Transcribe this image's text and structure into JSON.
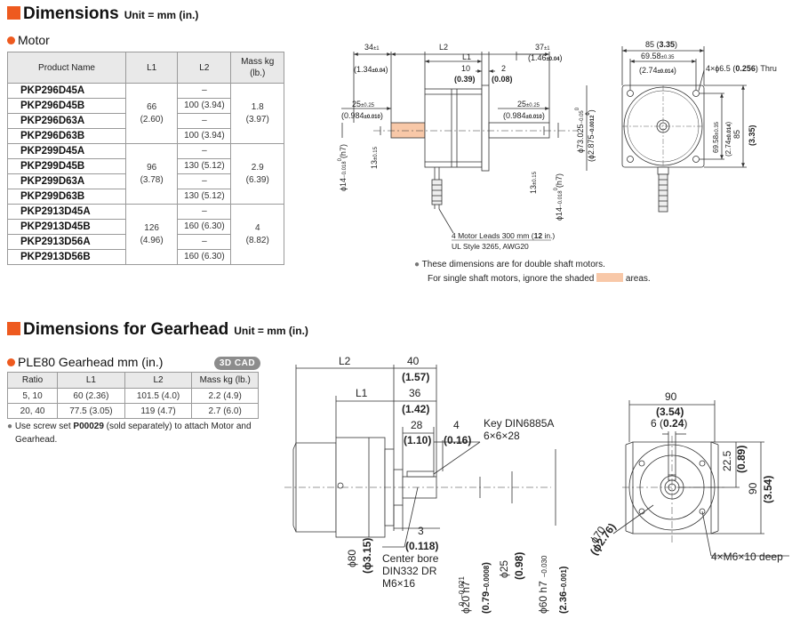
{
  "section_motor": {
    "title": "Dimensions",
    "unit": "Unit = mm (in.)",
    "sub_title": "Motor",
    "table": {
      "headers": [
        "Product Name",
        "L1",
        "L2",
        "Mass kg (lb.)"
      ],
      "products": [
        "PKP296D45A",
        "PKP296D45B",
        "PKP296D63A",
        "PKP296D63B",
        "PKP299D45A",
        "PKP299D45B",
        "PKP299D63A",
        "PKP299D63B",
        "PKP2913D45A",
        "PKP2913D45B",
        "PKP2913D56A",
        "PKP2913D56B"
      ],
      "groups": [
        {
          "l1": "66",
          "l1_in": "(2.60)",
          "mass": "1.8",
          "mass_lb": "(3.97)"
        },
        {
          "l1": "96",
          "l1_in": "(3.78)",
          "mass": "2.9",
          "mass_lb": "(6.39)"
        },
        {
          "l1": "126",
          "l1_in": "(4.96)",
          "mass": "4",
          "mass_lb": "(8.82)"
        }
      ],
      "l2": [
        "–",
        "100 (3.94)",
        "–",
        "100 (3.94)",
        "–",
        "130 (5.12)",
        "–",
        "130 (5.12)",
        "–",
        "160 (6.30)",
        "–",
        "160 (6.30)"
      ]
    },
    "drawing": {
      "l2": "L2",
      "l1": "L1",
      "d34": "34",
      "d34_tol": "±1",
      "d34_in": "(1.34",
      "d34_in_tol": "±0.04",
      "d34_close": ")",
      "d37": "37",
      "d37_tol": "±1",
      "d37_in": "(1.46",
      "d37_in_tol": "±0.04",
      "d37_close": ")",
      "d10": "10",
      "d10_in": "(0.39)",
      "d2": "2",
      "d2_in": "(0.08)",
      "d25": "25",
      "d25_tol": "±0.25",
      "d25_in": "(0.984",
      "d25_in_tol": "±0.010",
      "d25_close": ")",
      "d13": "13",
      "d13_tol": "±0.15",
      "phi14": "ϕ14",
      "phi14_tol": "−0.018",
      "phi14_tol0": "0",
      "phi14_h7": "(h7)",
      "phi73": "ϕ73.025",
      "phi73_tol": "−0.05",
      "phi73_tol0": "0",
      "phi73_in": "(ϕ2.875",
      "phi73_in_tol": "−0.0012",
      "phi73_in_tol0": "0",
      "phi73_close": ")",
      "leads1": "4 Motor Leads 300 mm (",
      "leads_b": "12",
      "leads2": " in.)",
      "leads_style": "UL Style 3265, AWG20",
      "f85": "85 (",
      "f85b": "3.35",
      "f85c": ")",
      "f69": "69.58",
      "f69_tol": "±0.35",
      "f274": "(2.74",
      "f274_tol": "±0.014",
      "f274_close": ")",
      "thru": "4×ϕ6.5 (",
      "thru_b": "0.256",
      "thru_c": ") Thru",
      "v85": "85",
      "v85_in": "(3.35)",
      "note1": "These dimensions are for double shaft motors.",
      "note2a": "For single shaft motors, ignore the shaded",
      "note2b": "areas."
    }
  },
  "section_gear": {
    "title": "Dimensions for Gearhead",
    "unit": "Unit = mm (in.)",
    "sub_title": "PLE80 Gearhead mm (in.)",
    "cad_button": "3D CAD",
    "table": {
      "headers": [
        "Ratio",
        "L1",
        "L2",
        "Mass kg (lb.)"
      ],
      "rows": [
        [
          "5, 10",
          "60 (2.36)",
          "101.5 (4.0)",
          "2.2 (4.9)"
        ],
        [
          "20, 40",
          "77.5 (3.05)",
          "119 (4.7)",
          "2.7 (6.0)"
        ]
      ]
    },
    "note_pre": "Use screw set ",
    "note_bold": "P00029",
    "note_post": " (sold separately) to attach Motor and",
    "note_line2": "Gearhead.",
    "drawing": {
      "l2": "L2",
      "l1": "L1",
      "d40": "40",
      "d40_in": "(1.57)",
      "d36": "36",
      "d36_in": "(1.42)",
      "d28": "28",
      "d28_in": "(1.10)",
      "d4": "4",
      "d4_in": "(0.16)",
      "key1": "Key DIN6885A",
      "key2": "6×6×28",
      "d3": "3",
      "d3_in": "(0.118)",
      "center1": "Center bore",
      "center2": "DIN332 DR",
      "center3": "M6×16",
      "phi80": "ϕ80",
      "phi80_in": "(ϕ3.15)",
      "phi20": "ϕ20 h7",
      "phi20_tol": "−0.021",
      "phi20_tol0": "0",
      "phi20_in": "(0.79",
      "phi20_in_tol": "−0.0008",
      "phi20_in_tol0": "0",
      "phi20_close": ")",
      "phi25": "ϕ25",
      "phi25_in": "(0.98)",
      "phi60": "ϕ60 h7",
      "phi60_tol": "−0.030",
      "phi60_tol0": "0",
      "phi60_in": "(2.36",
      "phi60_in_tol": "−0.001",
      "phi60_in_tol0": "0",
      "phi60_close": ")",
      "w90": "90",
      "w90_in": "(3.54)",
      "w6": "6 (",
      "w6_b": "0.24",
      "w6_c": ")",
      "v22": "22.5",
      "v22_in": "(0.89)",
      "v90": "90",
      "v90_in": "(3.54)",
      "phi70": "ϕ70",
      "phi70_in": "(ϕ2.76)",
      "m6": "4×M6×10 deep"
    }
  },
  "colors": {
    "accent": "#ee5a1f",
    "shade": "#f8c8a8",
    "table_header": "#e9e9e9"
  }
}
